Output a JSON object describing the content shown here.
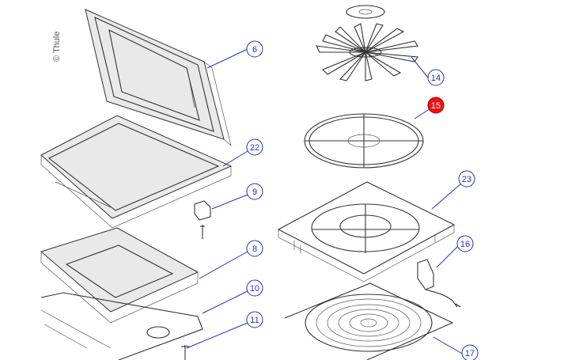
{
  "credit": "© Thule",
  "colors": {
    "callout": "#2233bb",
    "highlight": "#e11111",
    "line": "#333333"
  },
  "callouts": [
    {
      "id": "6",
      "label": "6"
    },
    {
      "id": "14",
      "label": "14"
    },
    {
      "id": "15",
      "label": "15",
      "highlighted": true
    },
    {
      "id": "22",
      "label": "22"
    },
    {
      "id": "9",
      "label": "9"
    },
    {
      "id": "23",
      "label": "23"
    },
    {
      "id": "8",
      "label": "8"
    },
    {
      "id": "16",
      "label": "16"
    },
    {
      "id": "10",
      "label": "10"
    },
    {
      "id": "11",
      "label": "11"
    },
    {
      "id": "17",
      "label": "17"
    }
  ]
}
